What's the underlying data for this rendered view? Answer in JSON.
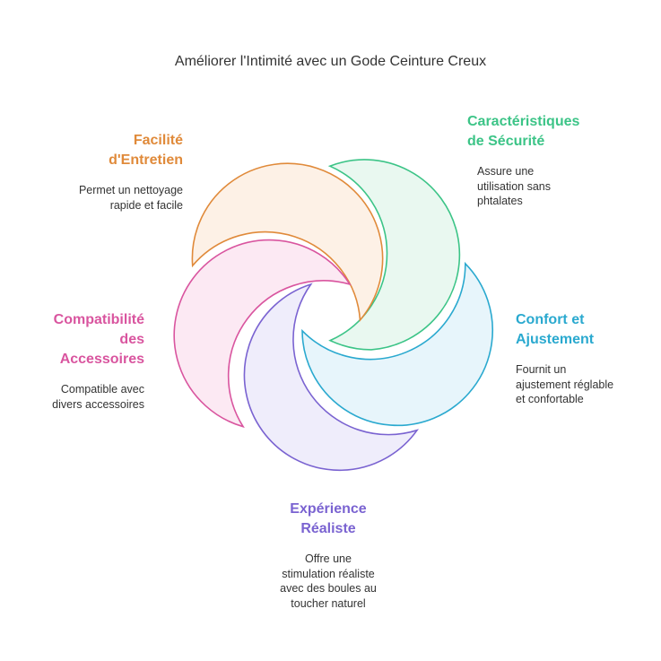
{
  "title": "Améliorer l'Intimité avec un Gode Ceinture Creux",
  "colors": {
    "orange": "#e08a3a",
    "green": "#3cc487",
    "cyan": "#2aa9cf",
    "purple": "#7a63d1",
    "pink": "#d9559f"
  },
  "sections": {
    "entretien": {
      "title_lines": [
        "Facilité",
        "d'Entretien"
      ],
      "desc_lines": [
        "Permet un nettoyage",
        "rapide et facile"
      ]
    },
    "securite": {
      "title_lines": [
        "Caractéristiques",
        "de Sécurité"
      ],
      "desc_lines": [
        "Assure une",
        "utilisation sans",
        "phtalates"
      ]
    },
    "confort": {
      "title_lines": [
        "Confort et",
        "Ajustement"
      ],
      "desc_lines": [
        "Fournit un",
        "ajustement réglable",
        "et confortable"
      ]
    },
    "experience": {
      "title_lines": [
        "Expérience",
        "Réaliste"
      ],
      "desc_lines": [
        "Offre une",
        "stimulation réaliste",
        "avec des boules au",
        "toucher naturel"
      ]
    },
    "accessoires": {
      "title_lines": [
        "Compatibilité",
        "des",
        "Accessoires"
      ],
      "desc_lines": [
        "Compatible avec",
        "divers accessoires"
      ]
    }
  }
}
